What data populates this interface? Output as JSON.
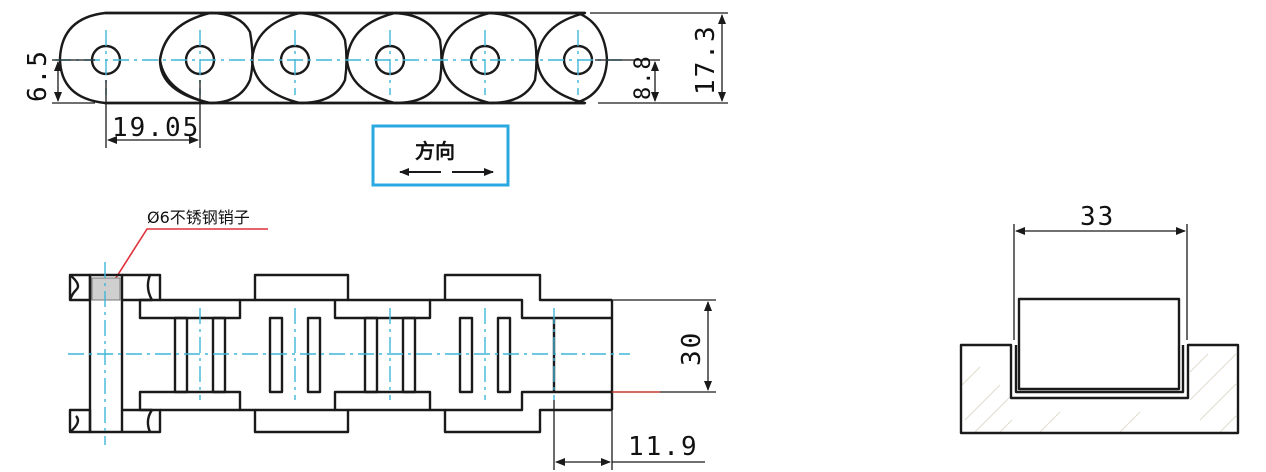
{
  "dimensions": {
    "pin_height": "6.5",
    "pitch": "19.05",
    "link_height": "17.3",
    "pin_offset": "8.8",
    "chain_width": "30",
    "end_offset": "11.9",
    "profile_width": "33"
  },
  "direction_box": {
    "label": "方向",
    "arrow": "⟵ ⟶"
  },
  "pin_note": "Ø6不锈钢销子",
  "colors": {
    "centerline": "#3fb6d8",
    "leader": "#e0303a",
    "outline": "#1a1a1a",
    "direction_border": "#29a9e0"
  }
}
